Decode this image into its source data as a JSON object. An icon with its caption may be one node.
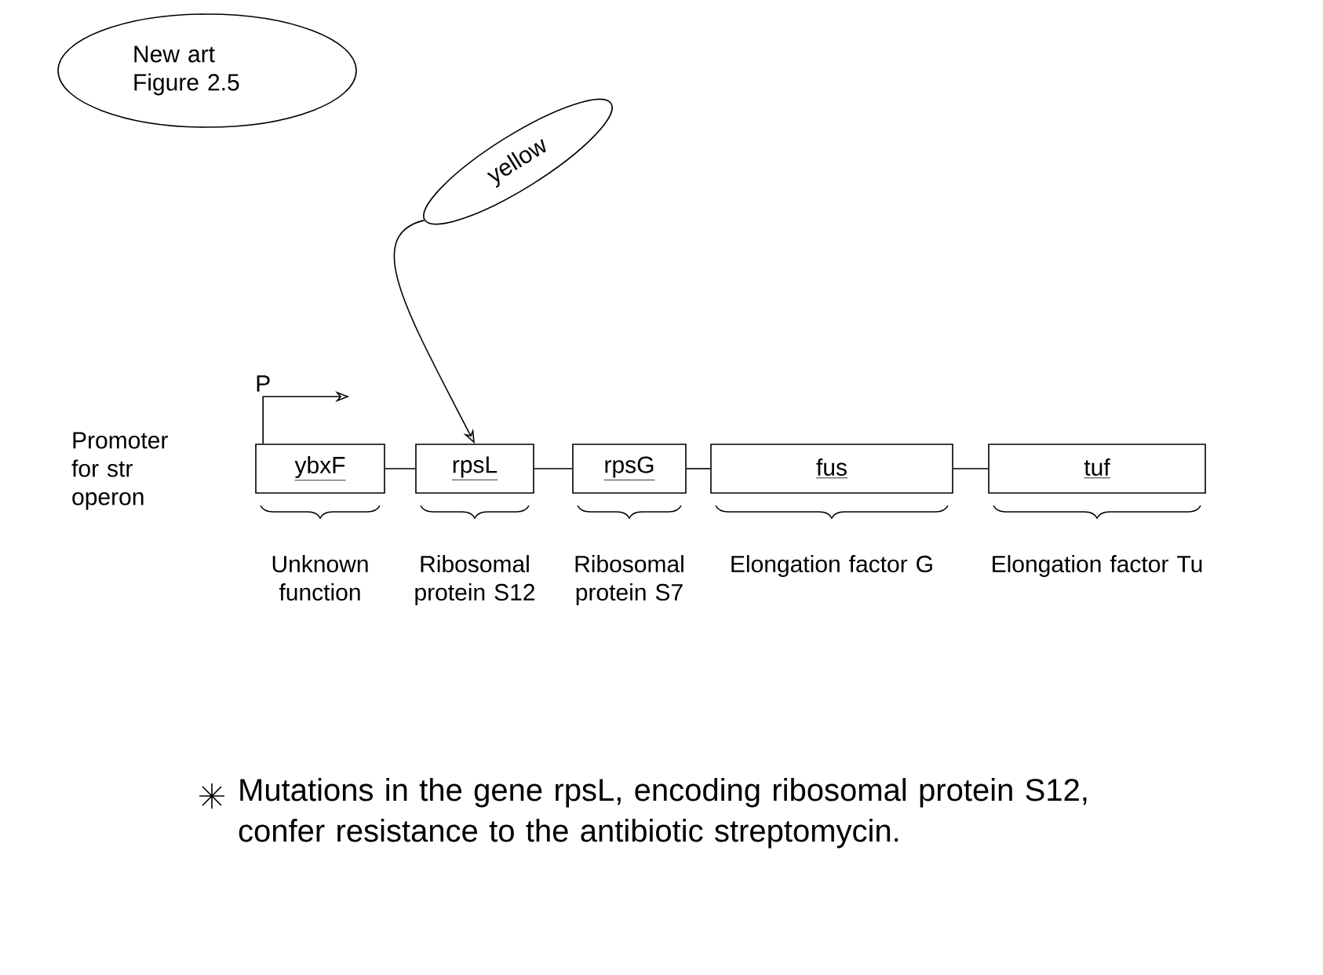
{
  "diagram": {
    "nodes": [
      {
        "text": [
          "New art Figure 2.5"
        ]
      },
      {
        "text": [
          "yellow"
        ]
      },
      {
        "text": [
          "ybxF"
        ],
        "beside": [
          "Unknown function"
        ]
      },
      {
        "text": [
          "rpsL"
        ],
        "beside": [
          "Ribosomal protein S12"
        ]
      },
      {
        "text": [
          "rpsG"
        ],
        "beside": [
          "Ribosomal protein S7"
        ]
      },
      {
        "text": [
          "fus"
        ],
        "beside": [
          "Elongation factor G"
        ]
      },
      {
        "text": [
          "tuf"
        ],
        "beside": [
          "Elongation factor Tu"
        ]
      }
    ],
    "edges": [
      {
        "from": 1,
        "to": 3,
        "arrow": "to"
      },
      {
        "from": 2,
        "to": 3,
        "arrow": "none"
      },
      {
        "from": 3,
        "to": 4,
        "arrow": "none"
      },
      {
        "from": 4,
        "to": 5,
        "arrow": "none"
      },
      {
        "from": 5,
        "to": 6,
        "arrow": "none"
      },
      {
        "from": 2,
        "to": null,
        "arrow": "to",
        "label": "P"
      }
    ],
    "labels": [
      "Promoter for str operon",
      "Mutations in the gene rpsL, encoding ribosomal protein S12, confer resistance to the antibiotic streptomycin."
    ]
  }
}
